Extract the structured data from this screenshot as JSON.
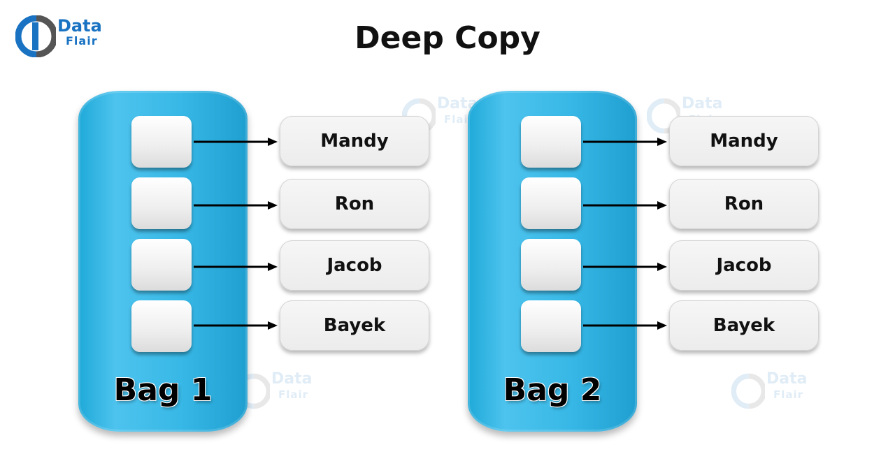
{
  "logo": {
    "word1": "Data",
    "word2": "Flair"
  },
  "title": "Deep Copy",
  "bags": [
    {
      "label": "Bag 1",
      "names": [
        "Mandy",
        "Ron",
        "Jacob",
        "Bayek"
      ]
    },
    {
      "label": "Bag 2",
      "names": [
        "Mandy",
        "Ron",
        "Jacob",
        "Bayek"
      ]
    }
  ],
  "colors": {
    "bag": "#38b8e6",
    "slot": "#eeeeee",
    "name_box": "#ececec",
    "logo": "#1a73c2",
    "arrow": "#000000"
  }
}
